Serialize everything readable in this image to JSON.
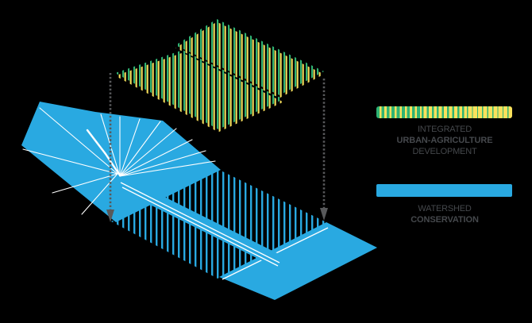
{
  "colors": {
    "green": "#2FB474",
    "yellow": "#FAE15C",
    "blue": "#29A9E1",
    "arrow": "#58595B",
    "label": "#45484C",
    "line": "#FFFFFF",
    "bg": "#000000"
  },
  "legend": {
    "items": [
      {
        "id": "integrated-urban-agriculture-development",
        "swatch": "green-yellow-striped",
        "lines": [
          {
            "text": "INTEGRATED",
            "bold": false
          },
          {
            "text": "URBAN-AGRICULTURE",
            "bold": true
          },
          {
            "text": "DEVELOPMENT",
            "bold": false
          }
        ]
      },
      {
        "id": "watershed-conservation",
        "swatch": "solid-blue",
        "lines": [
          {
            "text": "WATERSHED",
            "bold": false
          },
          {
            "text": "CONSERVATION",
            "bold": true
          }
        ]
      }
    ]
  }
}
